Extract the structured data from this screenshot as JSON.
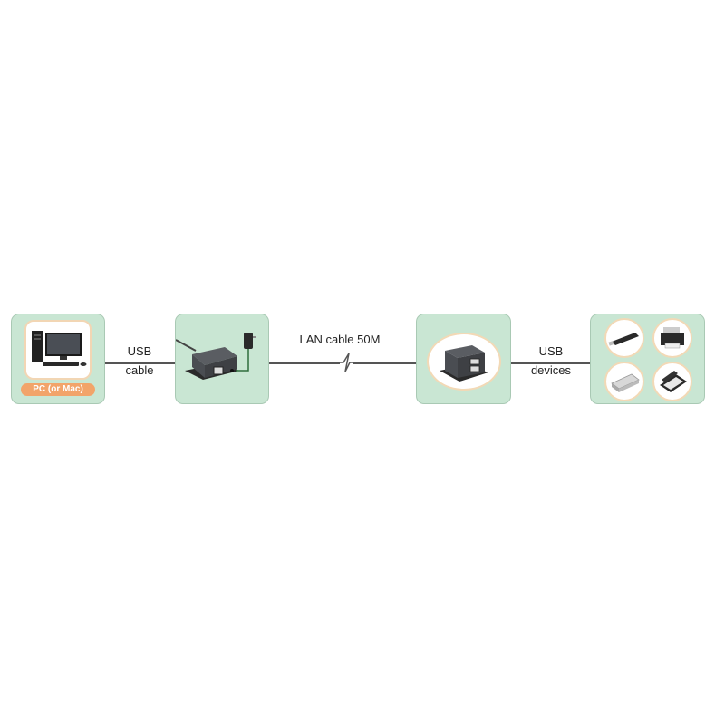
{
  "diagram": {
    "nodes": [
      {
        "id": "pc",
        "label": "PC (or Mac)"
      },
      {
        "id": "local-unit",
        "label": ""
      },
      {
        "id": "remote-unit",
        "label": ""
      },
      {
        "id": "usb-devices",
        "label": ""
      }
    ],
    "edges": [
      {
        "from": "pc",
        "to": "local-unit",
        "label_line1": "USB",
        "label_line2": "cable"
      },
      {
        "from": "local-unit",
        "to": "remote-unit",
        "label": "LAN cable 50M"
      },
      {
        "from": "remote-unit",
        "to": "usb-devices",
        "label_line1": "USB",
        "label_line2": "devices"
      }
    ]
  },
  "colors": {
    "box_fill": "#c9e6d3",
    "box_border": "#a9c9b4",
    "pc_tag": "#f2a46a",
    "line": "#555555"
  }
}
